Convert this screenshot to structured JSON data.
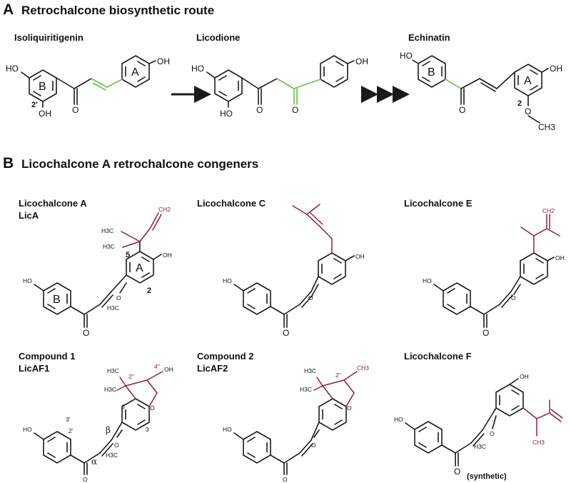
{
  "panel_a": {
    "letter": "A",
    "title": "Retrochalcone biosynthetic route",
    "compounds": [
      "Isoliquiritigenin",
      "Licodione",
      "Echinatin"
    ]
  },
  "panel_b": {
    "letter": "B",
    "title": "Licochalcone A retrochalcone congeners",
    "compounds": [
      {
        "name": "Licochalcone A",
        "abbrev": "LicA"
      },
      {
        "name": "Licochalcone C",
        "abbrev": ""
      },
      {
        "name": "Licochalcone E",
        "abbrev": ""
      },
      {
        "name": "Compound 1",
        "abbrev": "LicAF1"
      },
      {
        "name": "Compound 2",
        "abbrev": "LicAF2"
      },
      {
        "name": "Licochalcone F",
        "abbrev": ""
      }
    ],
    "note": "(synthetic)"
  },
  "atom_labels": {
    "ho": "HO",
    "oh": "OH",
    "o": "O",
    "ring_a": "A",
    "ring_b": "B",
    "och3_o": "O",
    "ch3": "CH3",
    "h3c": "H3C",
    "ch2": "CH2",
    "ch3_short": "CH3",
    "pos_2p": "2'",
    "pos_2": "2",
    "pos_5": "5",
    "pos_3": "3",
    "pos_6": "6",
    "pos_3p": "3'",
    "pos_2pp": "2''",
    "pos_4pp": "4''",
    "alpha": "α",
    "beta": "β"
  },
  "colors": {
    "green_bond": "#6fbf4a",
    "maroon_substituent": "#8a2040",
    "black": "#1a1a1a"
  }
}
